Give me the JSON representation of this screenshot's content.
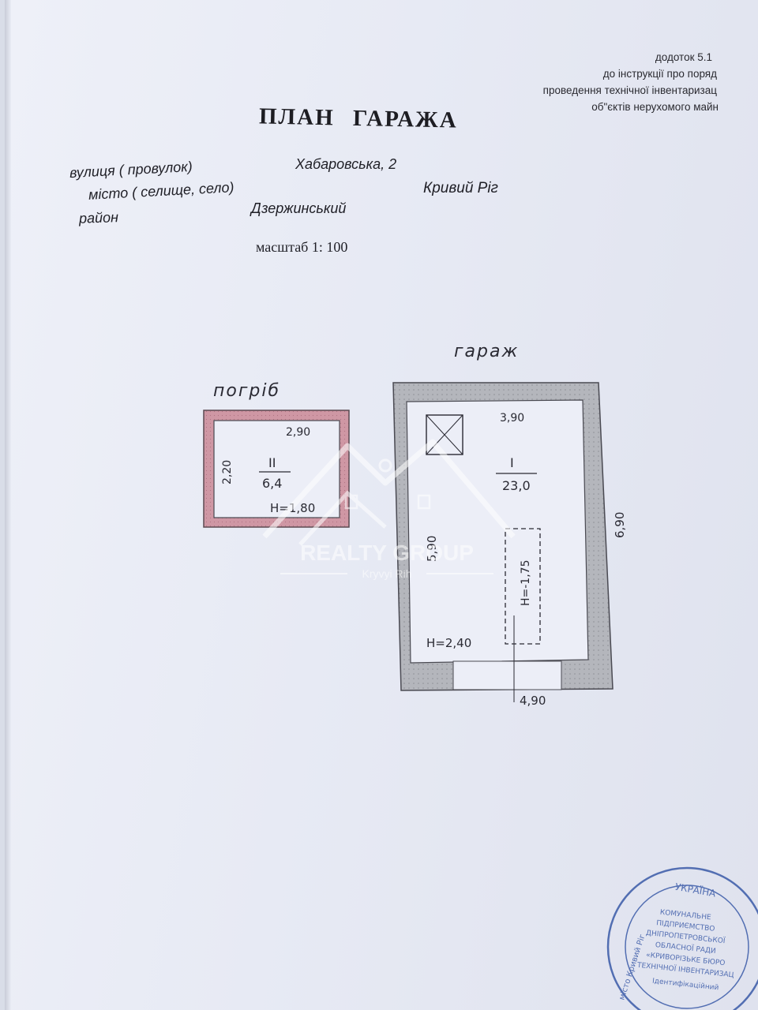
{
  "appendix": {
    "line1": "додоток 5.1",
    "line2": "до інструкції про поряд",
    "line3": "проведення технічної інвентаризац",
    "line4": "об\"єктів нерухомого майн"
  },
  "title": "ПЛАН   ГАРАЖА",
  "address": {
    "street_label": "вулиця ( провулок)",
    "street_value": "Хабаровська, 2",
    "city_label": "місто ( селище, село)",
    "city_value": "Кривий Ріг",
    "district_label": "район",
    "district_value": "Дзержинський"
  },
  "scale": "масштаб 1: 100",
  "cellar": {
    "name": "погріб",
    "width": "2,90",
    "depth": "2,20",
    "number": "II",
    "area": "6,4",
    "height": "H=1,80",
    "wall_color": "#c98a9a"
  },
  "garage": {
    "name": "гараж",
    "inner_width": "3,90",
    "outer_length": "6,90",
    "inner_length": "5,90",
    "outer_width": "4,90",
    "number": "I",
    "area": "23,0",
    "height": "H=2,40",
    "pit_depth": "H=-1,75",
    "wall_color": "#b4b6bc"
  },
  "watermark": {
    "brand": "REALTY GROUP",
    "city": "Kryvyi Rih"
  },
  "stamp": {
    "country": "УКРАЇНА",
    "lines": [
      "КОМУНАЛЬНЕ",
      "ПІДПРИЄМСТВО",
      "ДНІПРОПЕТРОВСЬКОЇ",
      "ОБЛАСНОЇ РАДИ",
      "«КРИВОРІЗЬКЕ БЮРО",
      "ТЕХНІЧНОЇ ІНВЕНТАРИЗАЦ",
      "Ідентифікаційний"
    ],
    "ring": "місто Кривий Ріг",
    "color": "#3a5aa8"
  }
}
